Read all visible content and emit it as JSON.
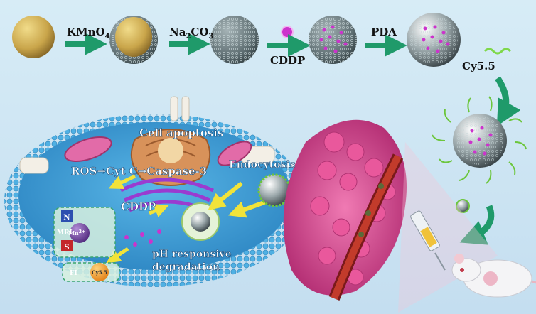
{
  "synthesis": {
    "step1": "KMnO",
    "step1_sub": "4",
    "step2": "Na",
    "step2_sub1": "2",
    "step2_mid": "CO",
    "step2_sub2": "3",
    "step3": "CDDP",
    "step4": "PDA",
    "step5": "Cy5.5"
  },
  "cell": {
    "apoptosis": "Cell apoptosis",
    "pathway": "ROS→Cyt C→Caspase-3",
    "endocytosis": "Endocytosis",
    "cddp": "CDDP",
    "ph_line1": "pH responsive",
    "ph_line2": "degradation"
  },
  "imaging": {
    "mri": "MRI",
    "n": "N",
    "mn": "Mn",
    "mn_sup": "2+",
    "s": "S",
    "fi": "FI",
    "cy": "Cy5.5"
  },
  "colors": {
    "background": "#cfe6f3",
    "arrow_green": "#1f9a6a",
    "arrow_yellow": "#f1e33a",
    "membrane": "#4fb0e3",
    "tumor": "#d9448f",
    "drug": "#cc33cc"
  }
}
